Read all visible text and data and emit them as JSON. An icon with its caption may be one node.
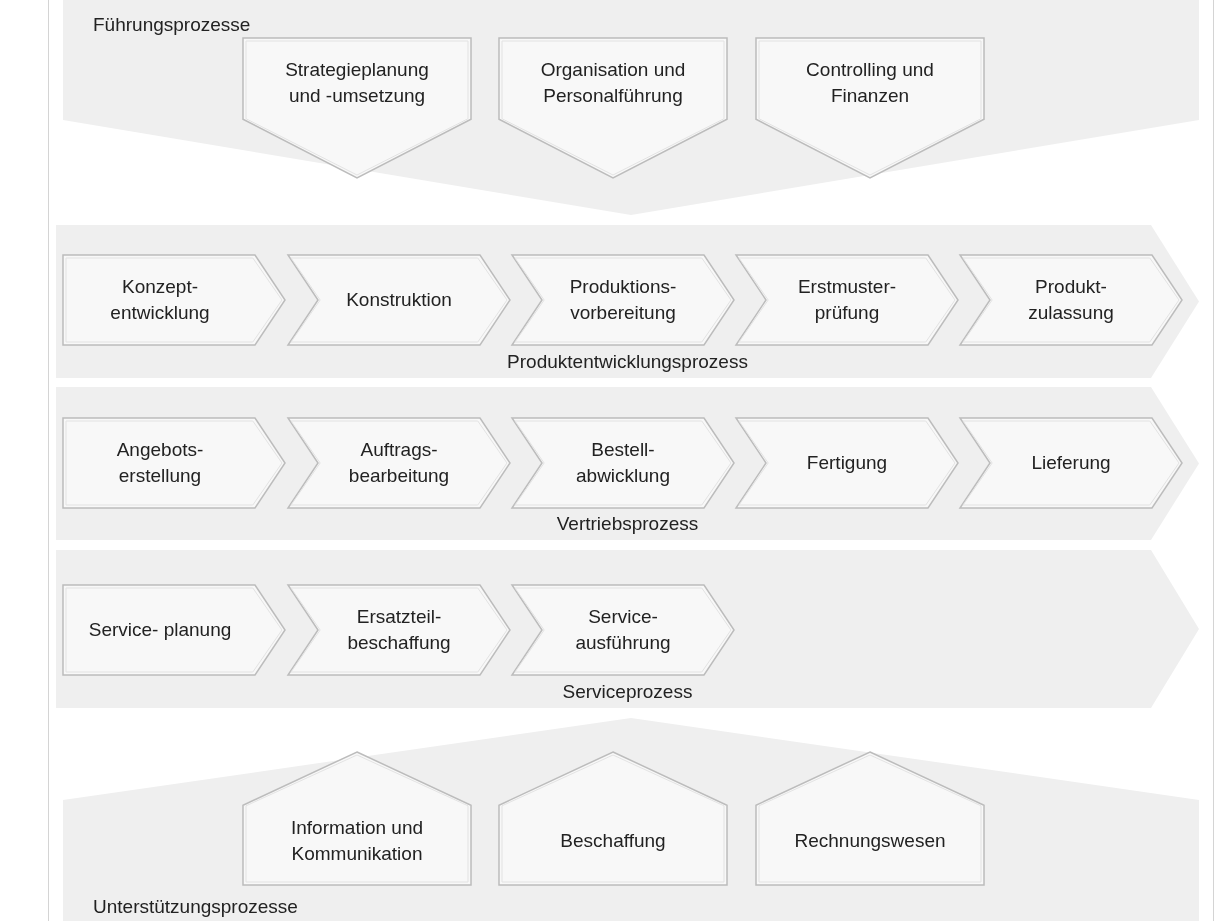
{
  "diagram": {
    "nodes": [
      {
        "text": [
          "Führungsprozesse"
        ]
      },
      {
        "text": [
          "Strategieplanung und -umsetzung"
        ],
        "in": 0
      },
      {
        "text": [
          "Organisation und Personalführung"
        ],
        "in": 0
      },
      {
        "text": [
          "Controlling und Finanzen"
        ],
        "in": 0
      },
      {
        "text": [
          "Produktentwicklungsprozess"
        ]
      },
      {
        "text": [
          "Konzept- entwicklung"
        ],
        "in": 4
      },
      {
        "text": [
          "Konstruktion"
        ],
        "in": 4
      },
      {
        "text": [
          "Produktions- vorbereitung"
        ],
        "in": 4
      },
      {
        "text": [
          "Erstmuster- prüfung"
        ],
        "in": 4
      },
      {
        "text": [
          "Produkt- zulassung"
        ],
        "in": 4
      },
      {
        "text": [
          "Vertriebsprozess"
        ]
      },
      {
        "text": [
          "Angebots- erstellung"
        ],
        "in": 10
      },
      {
        "text": [
          "Auftrags- bearbeitung"
        ],
        "in": 10
      },
      {
        "text": [
          "Bestell- abwicklung"
        ],
        "in": 10
      },
      {
        "text": [
          "Fertigung"
        ],
        "in": 10
      },
      {
        "text": [
          "Lieferung"
        ],
        "in": 10
      },
      {
        "text": [
          "Serviceprozess"
        ]
      },
      {
        "text": [
          "Service- planung"
        ],
        "in": 16
      },
      {
        "text": [
          "Ersatzteil- beschaffung"
        ],
        "in": 16
      },
      {
        "text": [
          "Service- ausführung"
        ],
        "in": 16
      },
      {
        "text": [
          "Unterstützungsprozesse"
        ]
      },
      {
        "text": [
          "Information und Kommunikation"
        ],
        "in": 20
      },
      {
        "text": [
          "Beschaffung"
        ],
        "in": 20
      },
      {
        "text": [
          "Rechnungswesen"
        ],
        "in": 20
      }
    ]
  }
}
